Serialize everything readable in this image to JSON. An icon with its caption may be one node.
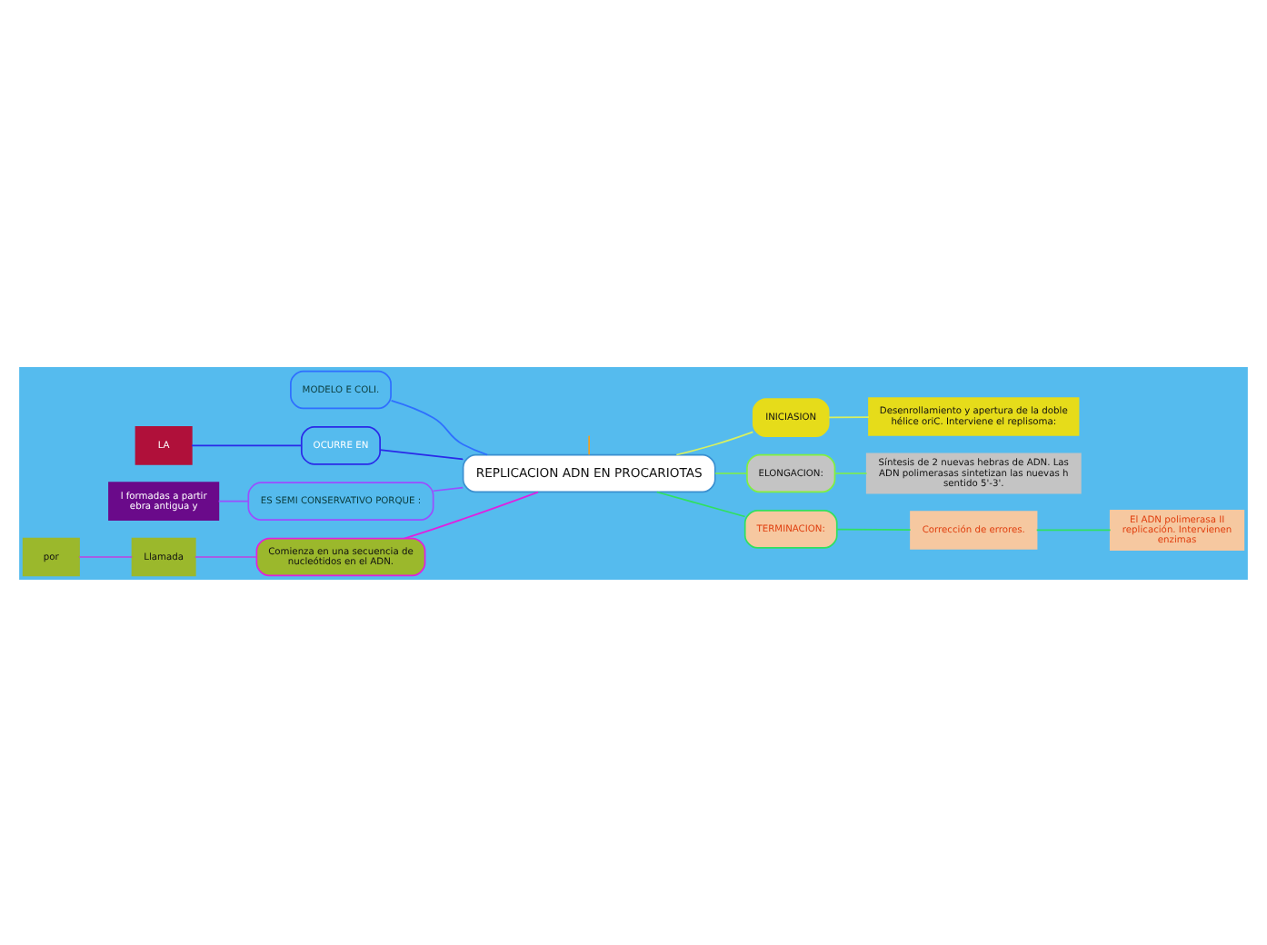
{
  "diagram": {
    "nodes": [
      {
        "text": [
          "REPLICACION ADN EN PROCARIOTAS"
        ]
      },
      {
        "text": [
          "MODELO E COLI."
        ]
      },
      {
        "text": [
          "OCURRE EN"
        ]
      },
      {
        "text": [
          "LA"
        ]
      },
      {
        "text": [
          "ES SEMI CONSERVATIVO PORQUE :"
        ]
      },
      {
        "text": [
          "l formadas a partir ebra antigua y"
        ]
      },
      {
        "text": [
          "Comienza en una secuencia de nucleótidos en el ADN."
        ]
      },
      {
        "text": [
          "Llamada"
        ]
      },
      {
        "text": [
          "por"
        ]
      },
      {
        "text": [
          "INICIASION"
        ]
      },
      {
        "text": [
          "Desenrollamiento y apertura de la doble hélice oriC. Interviene el replisoma:"
        ]
      },
      {
        "text": [
          "ELONGACION:"
        ]
      },
      {
        "text": [
          "Síntesis de 2 nuevas hebras de ADN. Las ADN polimerasas sintetizan las nuevas h sentido 5'-3'."
        ]
      },
      {
        "text": [
          "TERMINACION:"
        ]
      },
      {
        "text": [
          "Corrección de errores."
        ]
      },
      {
        "text": [
          "El ADN polimerasa II replicación. Intervienen enzimas"
        ]
      }
    ],
    "edges": [
      {
        "from": 0,
        "to": null,
        "arrow": "none",
        "color": "#f0a020"
      },
      {
        "from": 0,
        "to": 1,
        "arrow": "none",
        "color": "#2f6fff"
      },
      {
        "from": 0,
        "to": 2,
        "arrow": "none",
        "color": "#2a2ae8"
      },
      {
        "from": 2,
        "to": 3,
        "arrow": "none",
        "color": "#2a2ae8"
      },
      {
        "from": 0,
        "to": 4,
        "arrow": "none",
        "color": "#9b4dff"
      },
      {
        "from": 4,
        "to": 5,
        "arrow": "none",
        "color": "#9b4dff"
      },
      {
        "from": 0,
        "to": 6,
        "arrow": "none",
        "color": "#e020e0"
      },
      {
        "from": 6,
        "to": 7,
        "arrow": "none",
        "color": "#c040e0"
      },
      {
        "from": 7,
        "to": 8,
        "arrow": "none",
        "color": "#c040e0"
      },
      {
        "from": 0,
        "to": 9,
        "arrow": "none",
        "color": "#d8f060"
      },
      {
        "from": 9,
        "to": 10,
        "arrow": "none",
        "color": "#d8f060"
      },
      {
        "from": 0,
        "to": 11,
        "arrow": "none",
        "color": "#80f040"
      },
      {
        "from": 11,
        "to": 12,
        "arrow": "none",
        "color": "#80f040"
      },
      {
        "from": 0,
        "to": 13,
        "arrow": "none",
        "color": "#30e060"
      },
      {
        "from": 13,
        "to": 14,
        "arrow": "none",
        "color": "#30e060"
      },
      {
        "from": 14,
        "to": 15,
        "arrow": "none",
        "color": "#30e060"
      }
    ]
  }
}
